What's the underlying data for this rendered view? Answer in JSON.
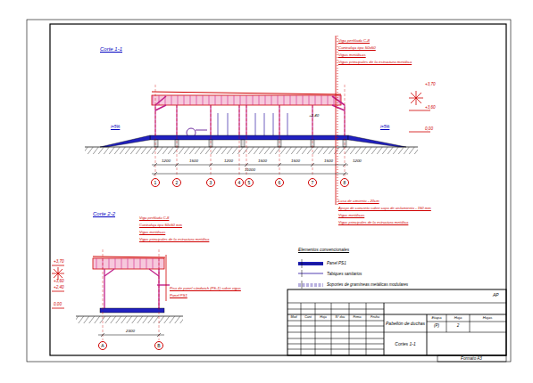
{
  "diagram": {
    "nodes": [
      {
        "text": [
          "1"
        ]
      },
      {
        "text": [
          "2"
        ]
      },
      {
        "text": [
          "3"
        ]
      },
      {
        "text": [
          "4"
        ]
      },
      {
        "text": [
          "5"
        ]
      },
      {
        "text": [
          "6"
        ]
      },
      {
        "text": [
          "7"
        ]
      },
      {
        "text": [
          "8"
        ]
      },
      {
        "text": [
          "A"
        ]
      },
      {
        "text": [
          "B"
        ]
      }
    ],
    "labels": [
      "Corte 1-1",
      "Viga perfilada C-8",
      "Contrafaja tipo 50x50",
      "Vigas metálicas",
      "Vigas principales de la estructura metálica",
      "+3,70",
      "+3,60",
      "+2,40",
      "0,00",
      "i=5%",
      "i=5%",
      "1200",
      "1500",
      "1200",
      "1500",
      "1500",
      "1500",
      "1200",
      "11000",
      "Losa de cimiento - 20cm",
      "Apoyo de concreto sobre capa de aislamiento - 150 mm",
      "Vigas metálicas",
      "Vigas principales de la estructura metálica",
      "Corte 2-2",
      "Viga perfilada C-8",
      "Contrafaja tipo 50x50 mm",
      "Vigas metálicas",
      "Vigas principales de la estructura metálica",
      "+3,70",
      "+3,60",
      "+2,40",
      "0,00",
      "Piso de panel sándwich (PS-1) sobre vigas",
      "Panel PS1",
      "2300",
      "Elementos convencionales",
      "AP",
      "Mod",
      "Cant",
      "Hoja",
      "N° doc",
      "Firma",
      "Fecha",
      "Pabellón de duchas",
      "Etapa",
      "Hoja",
      "Hojas",
      "(P)",
      "2",
      "Cortes 1-1",
      "Formato A3"
    ],
    "legend": [
      {
        "text": "Panel PS1"
      },
      {
        "text": "Tabiques sanitarios"
      },
      {
        "text": "Soportes de gramíneas metálicas modulares"
      }
    ]
  }
}
